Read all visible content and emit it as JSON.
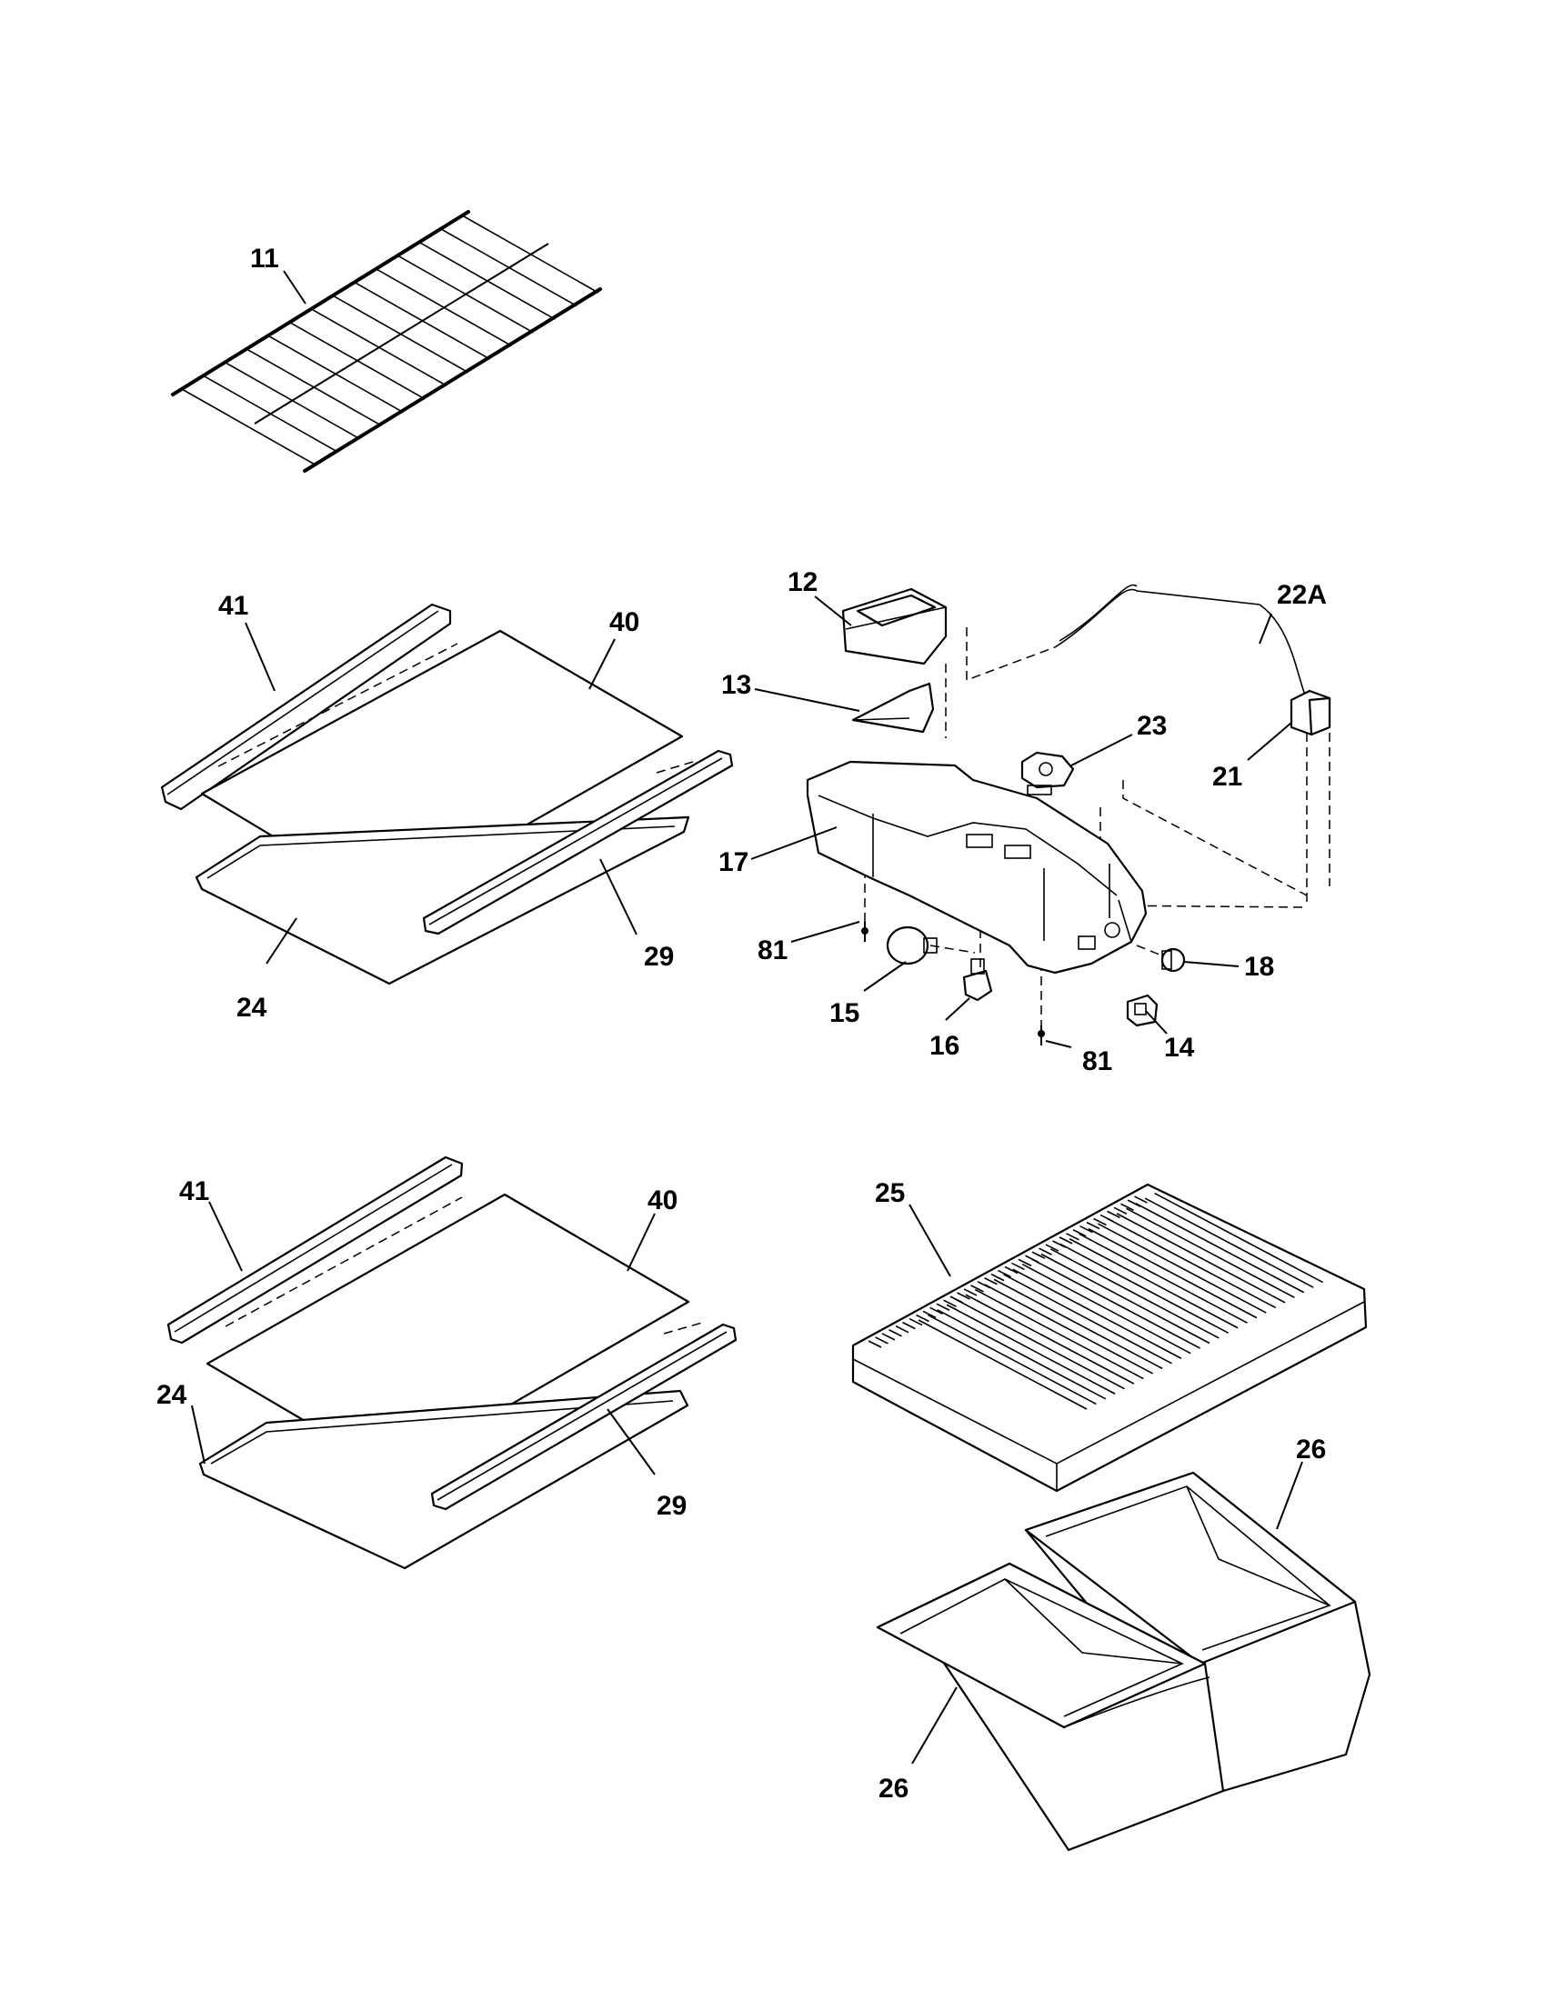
{
  "callouts": {
    "c11": "11",
    "c41a": "41",
    "c40a": "40",
    "c29a": "29",
    "c24a": "24",
    "c12": "12",
    "c13": "13",
    "c22A": "22A",
    "c23": "23",
    "c21": "21",
    "c17": "17",
    "c81a": "81",
    "c15": "15",
    "c16": "16",
    "c81b": "81",
    "c18": "18",
    "c14": "14",
    "c41b": "41",
    "c40b": "40",
    "c24b": "24",
    "c29b": "29",
    "c25": "25",
    "c26a": "26",
    "c26b": "26"
  }
}
